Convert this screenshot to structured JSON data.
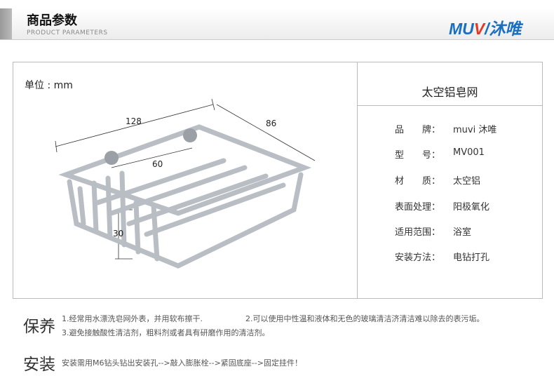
{
  "header": {
    "title": "商品参数",
    "subtitle": "PRODUCT PARAMETERS",
    "logo": "MUVI沐唯",
    "logo_a": "MU",
    "logo_b": "V",
    "logo_c": "/沐唯"
  },
  "diagram": {
    "unit": "单位 : mm",
    "dims": {
      "length": "128",
      "width": "86",
      "spacing": "60",
      "height": "30"
    }
  },
  "product": {
    "title": "太空铝皂网",
    "specs": [
      {
        "label": "品　　牌：",
        "value": "muvi 沐唯"
      },
      {
        "label": "型　　号：",
        "value": "MV001"
      },
      {
        "label": "材　　质：",
        "value": "太空铝"
      },
      {
        "label": "表面处理：",
        "value": "阳极氧化"
      },
      {
        "label": "适用范围：",
        "value": "浴室"
      },
      {
        "label": "安装方法：",
        "value": "电钻打孔"
      }
    ]
  },
  "care": {
    "heading": "保养",
    "items": [
      "1.经常用水漂洗皂网外表，并用软布擦干.",
      "2.可以使用中性温和液体和无色的玻璃清洁济清洁难以除去的表污垢。",
      "3.避免接触酸性清洁剂，粗料剂或者具有研磨作用的清洁剂。"
    ]
  },
  "install": {
    "heading": "安装",
    "text": "安装需用M6钻头钻出安装孔-->敲入膨胀栓-->紧固底座-->固定挂件！"
  }
}
